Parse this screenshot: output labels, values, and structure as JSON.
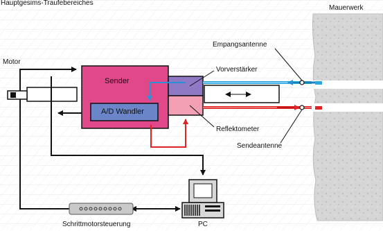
{
  "header": {
    "title": "Hauptgesims-Traufebereiches"
  },
  "labels": {
    "mauerwerk": "Mauerwerk",
    "empfangsantenne": "Empangsantenne",
    "motor": "Motor",
    "sender": "Sender",
    "vorverstaerker": "Vorverstärker",
    "ad_wandler": "A/D Wandler",
    "reflektometer": "Reflektometer",
    "sendeantenne": "Sendeantenne",
    "schrittmotorsteuerung": "Schrittmotorsteuerung",
    "pc": "PC"
  },
  "colors": {
    "sender": "#e0488a",
    "ad_wandler": "#6a86c8",
    "vorverstaerker": "#8f78c4",
    "reflektometer": "#f3a0b4",
    "signal_blue": "#29a8e0",
    "signal_red": "#e02424",
    "wall": "#d4d4d4",
    "background_grid": "#e4e8ee"
  }
}
